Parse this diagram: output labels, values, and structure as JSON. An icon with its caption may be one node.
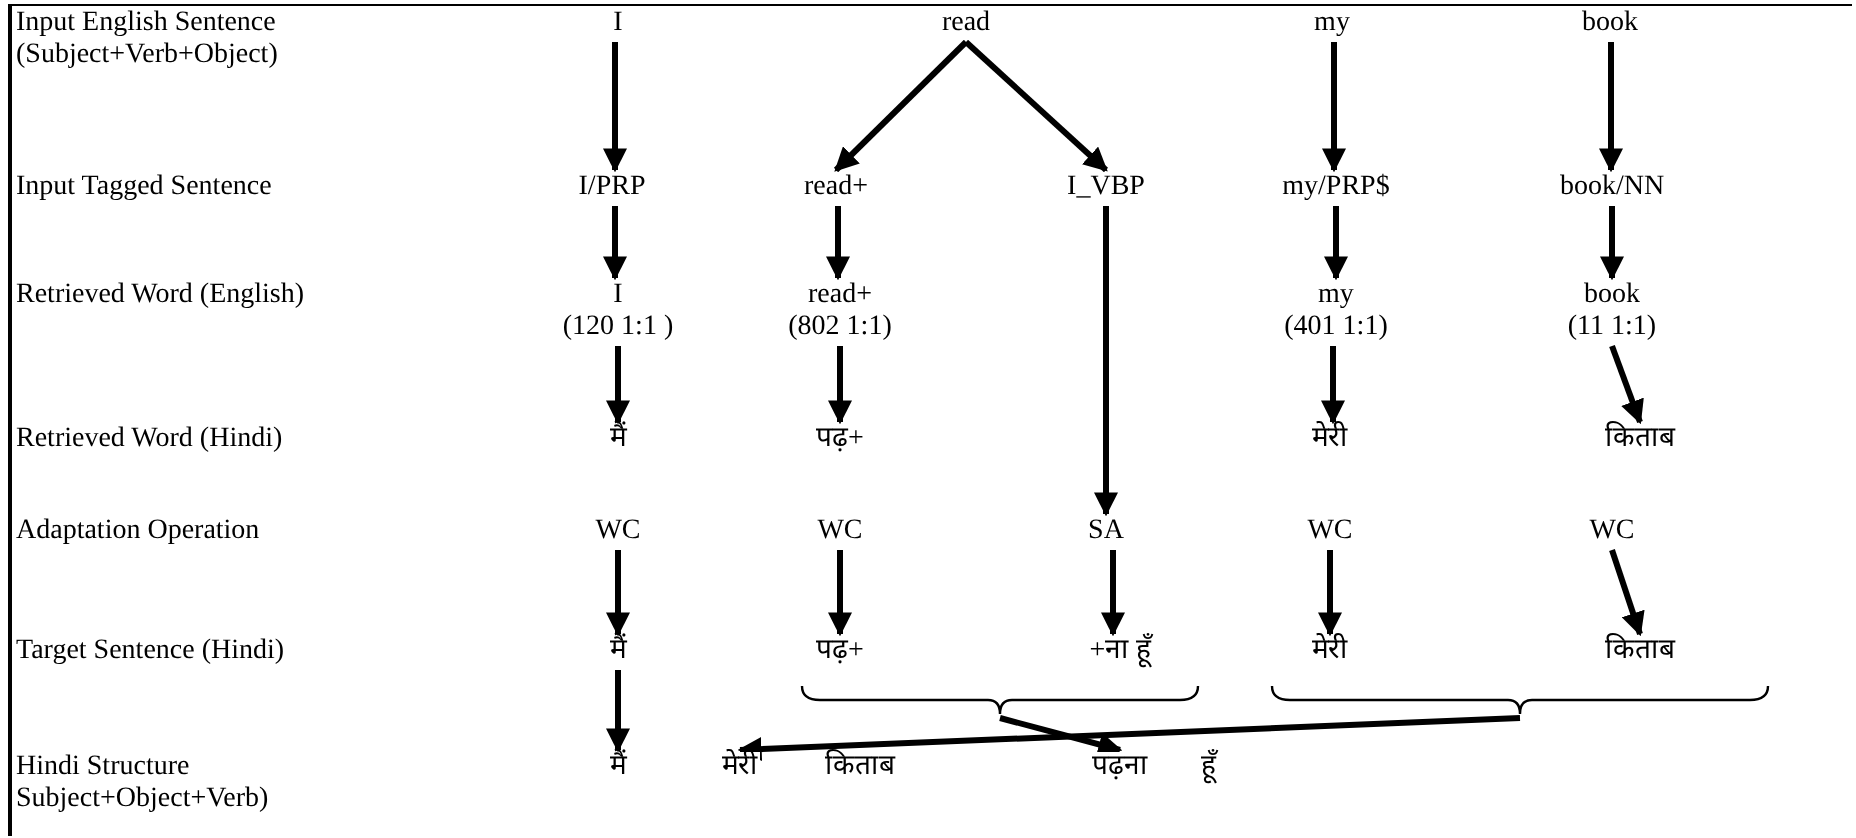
{
  "diagram": {
    "nodes": [
      {
        "text": [
          "I"
        ]
      },
      {
        "text": [
          "read"
        ]
      },
      {
        "text": [
          "my"
        ]
      },
      {
        "text": [
          "book"
        ]
      },
      {
        "text": [
          "I/PRP"
        ]
      },
      {
        "text": [
          "read+"
        ]
      },
      {
        "text": [
          "I_VBP"
        ]
      },
      {
        "text": [
          "my/PRP$"
        ]
      },
      {
        "text": [
          "book/NN"
        ]
      },
      {
        "text": [
          "I",
          "(120 1:1 )"
        ]
      },
      {
        "text": [
          "read+",
          "(802 1:1)"
        ]
      },
      {
        "text": [
          "my",
          "(401 1:1)"
        ]
      },
      {
        "text": [
          "book",
          "(11 1:1)"
        ]
      },
      {
        "text": [
          "मैं"
        ]
      },
      {
        "text": [
          "पढ़+"
        ]
      },
      {
        "text": [
          "मेरी"
        ]
      },
      {
        "text": [
          "किताब"
        ]
      },
      {
        "text": [
          "WC"
        ]
      },
      {
        "text": [
          "WC"
        ]
      },
      {
        "text": [
          "SA"
        ]
      },
      {
        "text": [
          "WC"
        ]
      },
      {
        "text": [
          "WC"
        ]
      },
      {
        "text": [
          "मैं"
        ]
      },
      {
        "text": [
          "पढ़+"
        ]
      },
      {
        "text": [
          "+ना हूँ"
        ]
      },
      {
        "text": [
          "मेरी"
        ]
      },
      {
        "text": [
          "किताब"
        ]
      },
      {
        "text": [
          "मैं"
        ]
      },
      {
        "text": [
          "मेरी"
        ]
      },
      {
        "text": [
          "किताब"
        ]
      },
      {
        "text": [
          "पढ़ना"
        ]
      },
      {
        "text": [
          "हूँ"
        ]
      },
      {
        "text": [],
        "shape": "brace"
      },
      {
        "text": [],
        "shape": "brace"
      }
    ],
    "edges": [
      {
        "from": 0,
        "to": 4,
        "arrow": "to"
      },
      {
        "from": 1,
        "to": 5,
        "arrow": "to"
      },
      {
        "from": 1,
        "to": 6,
        "arrow": "to"
      },
      {
        "from": 2,
        "to": 7,
        "arrow": "to"
      },
      {
        "from": 3,
        "to": 8,
        "arrow": "to"
      },
      {
        "from": 4,
        "to": 9,
        "arrow": "to"
      },
      {
        "from": 5,
        "to": 10,
        "arrow": "to"
      },
      {
        "from": 7,
        "to": 11,
        "arrow": "to"
      },
      {
        "from": 8,
        "to": 12,
        "arrow": "to"
      },
      {
        "from": 9,
        "to": 13,
        "arrow": "to"
      },
      {
        "from": 10,
        "to": 14,
        "arrow": "to"
      },
      {
        "from": 6,
        "to": 19,
        "arrow": "to"
      },
      {
        "from": 11,
        "to": 15,
        "arrow": "to"
      },
      {
        "from": 12,
        "to": 16,
        "arrow": "to"
      },
      {
        "from": 17,
        "to": 22,
        "arrow": "to"
      },
      {
        "from": 18,
        "to": 23,
        "arrow": "to"
      },
      {
        "from": 19,
        "to": 24,
        "arrow": "to"
      },
      {
        "from": 20,
        "to": 25,
        "arrow": "to"
      },
      {
        "from": 21,
        "to": 26,
        "arrow": "to"
      },
      {
        "from": 22,
        "to": 27,
        "arrow": "to"
      },
      {
        "from": 32,
        "to": 30,
        "arrow": "to"
      },
      {
        "from": 33,
        "to": 28,
        "arrow": "to"
      }
    ],
    "labels": [
      "Input English Sentence (Subject+Verb+Object)",
      "Input Tagged Sentence",
      "Retrieved Word (English)",
      "Retrieved Word (Hindi)",
      "Adaptation Operation",
      "Target Sentence (Hindi)",
      "Hindi Structure Subject+Object+Verb)"
    ]
  }
}
